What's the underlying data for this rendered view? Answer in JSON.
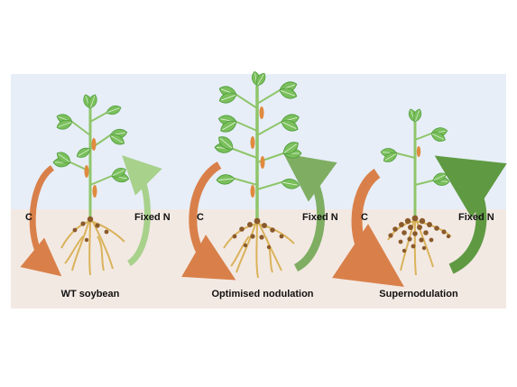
{
  "panels": [
    {
      "caption": "WT soybean",
      "carbon_label": "C",
      "nitrogen_label": "Fixed N"
    },
    {
      "caption": "Optimised nodulation",
      "carbon_label": "C",
      "nitrogen_label": "Fixed N"
    },
    {
      "caption": "Supernodulation",
      "carbon_label": "C",
      "nitrogen_label": "Fixed N"
    }
  ],
  "colors": {
    "sky": "#e7eef8",
    "soil": "#f3e9e3",
    "carbon_arrow": "#d9804a",
    "nitrogen_arrow_light": "#a8d18c",
    "nitrogen_arrow_mid": "#7fae63",
    "nitrogen_arrow_dark": "#5f9a43",
    "leaf": "#79bf5b",
    "leaf_dark": "#4e9a3a",
    "stem": "#8fc56a",
    "pod": "#e08a3e",
    "root": "#d9b35a",
    "nodule": "#8a5a2b"
  }
}
